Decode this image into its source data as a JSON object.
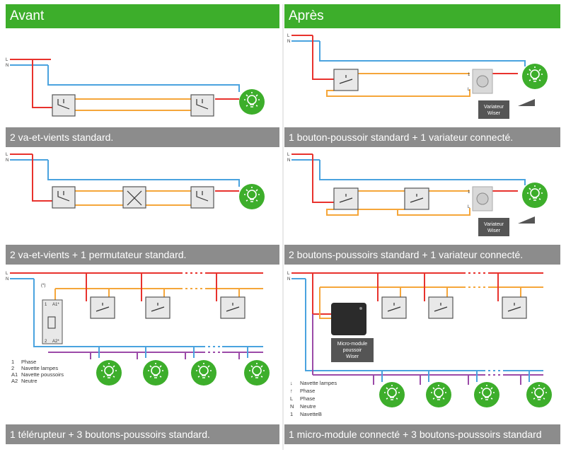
{
  "headers": {
    "before": "Avant",
    "after": "Après"
  },
  "captions": {
    "row1_left": "2 va-et-vients standard.",
    "row1_right": "1 bouton-poussoir standard + 1 variateur connecté.",
    "row2_left": "2 va-et-vients + 1 permutateur standard.",
    "row2_right": "2 boutons-poussoirs standard + 1 variateur connecté.",
    "row3_left": "1 télérupteur + 3 boutons-poussoirs standard.",
    "row3_right": "1 micro-module connecté + 3 boutons-poussoirs standard"
  },
  "wire_labels": {
    "l": "L",
    "n": "N"
  },
  "dimmer": {
    "line1": "Variateur",
    "line2": "Wiser",
    "terminal_1": "1",
    "terminal_l": "L"
  },
  "relay": {
    "note": "(*)",
    "a1": "A1*",
    "a2": "A2*",
    "t1": "1",
    "t2": "2"
  },
  "legend_left": [
    {
      "key": "1",
      "text": "Phase"
    },
    {
      "key": "2",
      "text": "Navette lampes"
    },
    {
      "key": "A1",
      "text": "Navette poussoirs"
    },
    {
      "key": "A2",
      "text": "Neutre"
    }
  ],
  "micromodule": {
    "line1": "Micro-module",
    "line2": "poussoir",
    "line3": "Wiser"
  },
  "legend_right": [
    {
      "key": "↓",
      "text": "Navette lampes"
    },
    {
      "key": "↑",
      "text": "Phase"
    },
    {
      "key": "L",
      "text": "Phase"
    },
    {
      "key": "N",
      "text": "Neutre"
    },
    {
      "key": "1",
      "text": "NavetteB"
    }
  ],
  "colors": {
    "green": "#3dae2b",
    "grey_caption": "#8c8c8c",
    "phase": "#e8322d",
    "neutral": "#4aa3df",
    "traveller": "#f5a63a",
    "lamp_traveller": "#9b4aa8"
  }
}
